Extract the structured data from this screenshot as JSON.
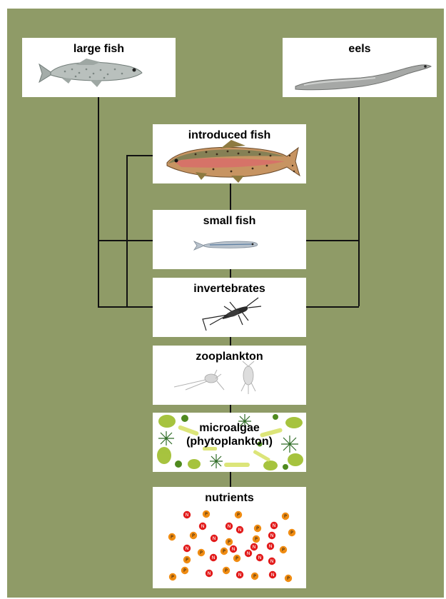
{
  "diagram": {
    "background_color": "#8f9b67",
    "line_color": "#111111",
    "nodes": {
      "large_fish": {
        "label": "large fish",
        "icon": "fish-icon"
      },
      "eels": {
        "label": "eels",
        "icon": "eel-icon"
      },
      "introduced_fish": {
        "label": "introduced fish",
        "icon": "trout-icon"
      },
      "small_fish": {
        "label": "small fish",
        "icon": "small-fish-icon"
      },
      "invertebrates": {
        "label": "invertebrates",
        "icon": "insect-icon"
      },
      "zooplankton": {
        "label": "zooplankton",
        "icon": "copepod-icon"
      },
      "microalgae": {
        "label_line1": "microalgae",
        "label_line2": "(phytoplankton)",
        "icon": "algae-icon"
      },
      "nutrients": {
        "label": "nutrients",
        "icon": "nutrient-dots-icon",
        "particle_labels": [
          "N",
          "P"
        ],
        "n_color": "#e21b1b",
        "p_color": "#f08c12"
      }
    }
  }
}
